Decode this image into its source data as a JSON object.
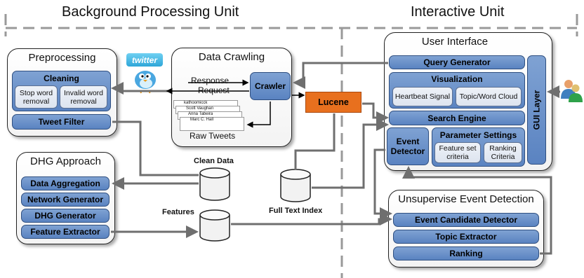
{
  "sections": {
    "background": "Background Processing Unit",
    "interactive": "Interactive Unit"
  },
  "preprocessing": {
    "title": "Preprocessing",
    "cleaning": "Cleaning",
    "stop_word": "Stop word removal",
    "invalid_word": "Invalid word removal",
    "tweet_filter": "Tweet Filter"
  },
  "crawling": {
    "title": "Data Crawling",
    "twitter_logo": "twitter",
    "crawler": "Crawler",
    "response": "Response",
    "request": "Request",
    "raw_tweets": "Raw Tweets",
    "tweet_names": [
      "kathoomicck",
      "Scott Vaughan",
      "Anna Tabeira",
      "Marc C. Hall"
    ]
  },
  "lucene": "Lucene",
  "dhg": {
    "title": "DHG Approach",
    "items": [
      "Data Aggregation",
      "Network Generator",
      "DHG Generator",
      "Feature Extractor"
    ]
  },
  "stores": {
    "clean_data": "Clean Data",
    "features": "Features",
    "full_text_index": "Full Text Index"
  },
  "ui": {
    "title": "User Interface",
    "query_generator": "Query Generator",
    "visualization": "Visualization",
    "heartbeat": "Heartbeat Signal",
    "topic_cloud": "Topic/Word Cloud",
    "search_engine": "Search Engine",
    "event_detector": "Event Detector",
    "parameter_settings": "Parameter Settings",
    "feature_set": "Feature set criteria",
    "ranking_criteria": "Ranking Criteria",
    "gui_layer": "GUI Layer"
  },
  "unsupervised": {
    "title": "Unsupervise Event Detection",
    "items": [
      "Event Candidate Detector",
      "Topic Extractor",
      "Ranking"
    ]
  },
  "colors": {
    "accent_blue": "#5a83c1",
    "lucene_orange": "#e8701e",
    "arrow_gray": "#6f6f6f"
  }
}
